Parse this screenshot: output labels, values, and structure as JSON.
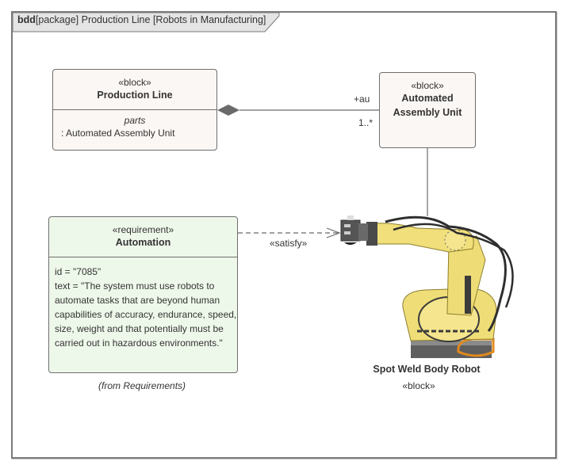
{
  "frame": {
    "kind": "bdd",
    "title": "[package] Production Line [Robots in Manufacturing]"
  },
  "blocks": {
    "production_line": {
      "stereotype": "«block»",
      "name": "Production Line",
      "compartment_title": "parts",
      "parts": [
        ": Automated Assembly Unit"
      ]
    },
    "assembly_unit": {
      "stereotype": "«block»",
      "name_line1": "Automated",
      "name_line2": "Assembly Unit"
    },
    "robot": {
      "name": "Spot Weld Body Robot",
      "stereotype": "«block»",
      "icon": "industrial-robot-arm-icon"
    }
  },
  "requirement": {
    "stereotype": "«requirement»",
    "name": "Automation",
    "lines": [
      "id = \"7085\"",
      "text = \"The system must use robots to",
      "automate tasks that are beyond human",
      "capabilities of accuracy, endurance, speed,",
      "size, weight and that potentially must be",
      "carried out in hazardous environments.\""
    ],
    "origin": "(from Requirements)"
  },
  "connectors": {
    "composition": {
      "role": "+au",
      "multiplicity": "1..*"
    },
    "satisfy": {
      "label": "«satisfy»"
    }
  },
  "colors": {
    "block_fill": "#fbf7f4",
    "requirement_fill": "#eef8ea",
    "robot_yellow": "#f0df7a",
    "border": "#6e6e6e"
  }
}
